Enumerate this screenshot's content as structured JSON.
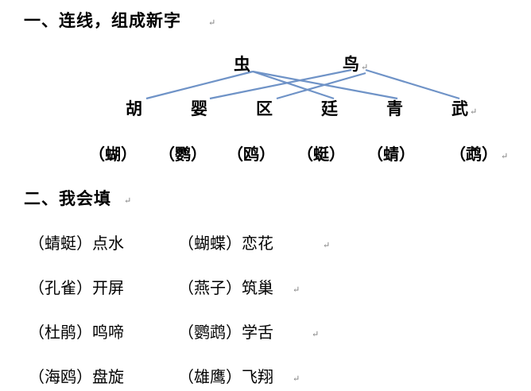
{
  "section1": {
    "title": "一、连线，组成新字",
    "roots": [
      "虫",
      "鸟"
    ],
    "chars": [
      "胡",
      "婴",
      "区",
      "廷",
      "青",
      "武"
    ],
    "answers": [
      "（蝴）",
      "（鹦）",
      "（鸥）",
      "（蜓）",
      "（蜻）",
      "（鹉）"
    ]
  },
  "section2": {
    "title": "二、我会填",
    "rows": [
      [
        "（蜻蜓）点水",
        "（蝴蝶）恋花"
      ],
      [
        "（孔雀）开屏",
        "（燕子）筑巢"
      ],
      [
        "（杜鹃）鸣啼",
        "（鹦鹉）学舌"
      ],
      [
        "（海鸥）盘旋",
        "（雄鹰）飞翔"
      ]
    ]
  },
  "paragraph_mark": "↵"
}
